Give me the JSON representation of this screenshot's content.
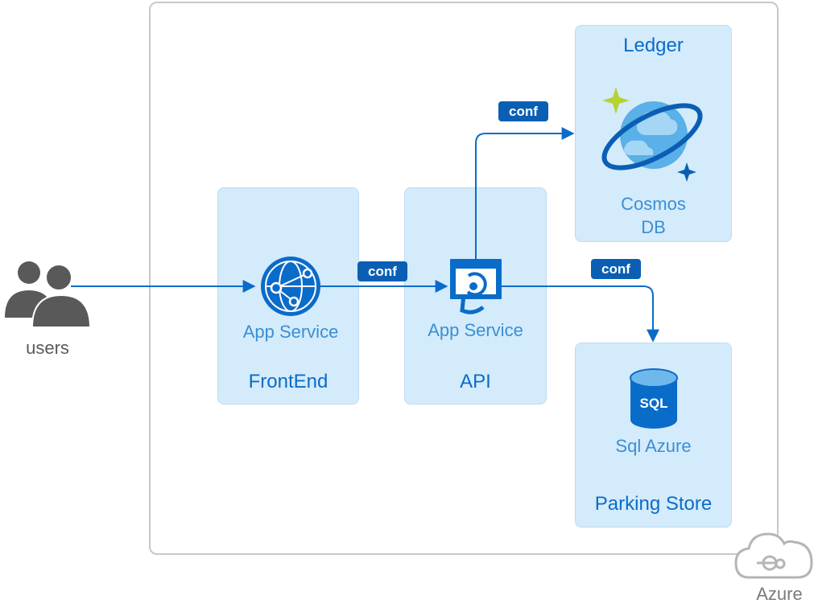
{
  "users": {
    "label": "users",
    "icon": "users-icon"
  },
  "frontend": {
    "service": "App Service",
    "title": "FrontEnd",
    "icon": "app-service-globe-icon"
  },
  "api": {
    "service": "App Service",
    "title": "API",
    "icon": "app-service-api-icon"
  },
  "ledger": {
    "title": "Ledger",
    "service_line1": "Cosmos",
    "service_line2": "DB",
    "icon": "cosmos-db-icon"
  },
  "parking_store": {
    "service": "Sql Azure",
    "title": "Parking Store",
    "icon": "sql-database-icon",
    "icon_text": "SQL"
  },
  "connections": {
    "users_to_frontend": "",
    "frontend_to_api": "conf",
    "api_to_ledger": "conf",
    "api_to_parking_store": "conf"
  },
  "azure": {
    "label": "Azure",
    "icon": "azure-cloud-icon"
  },
  "colors": {
    "box_fill": "#d4ebfb",
    "accent_blue": "#0a6cc9",
    "conf_badge": "#0a5fb4",
    "user_gray": "#595959",
    "frame_gray": "#c8c8c8",
    "sparkle_green": "#b5d334"
  }
}
